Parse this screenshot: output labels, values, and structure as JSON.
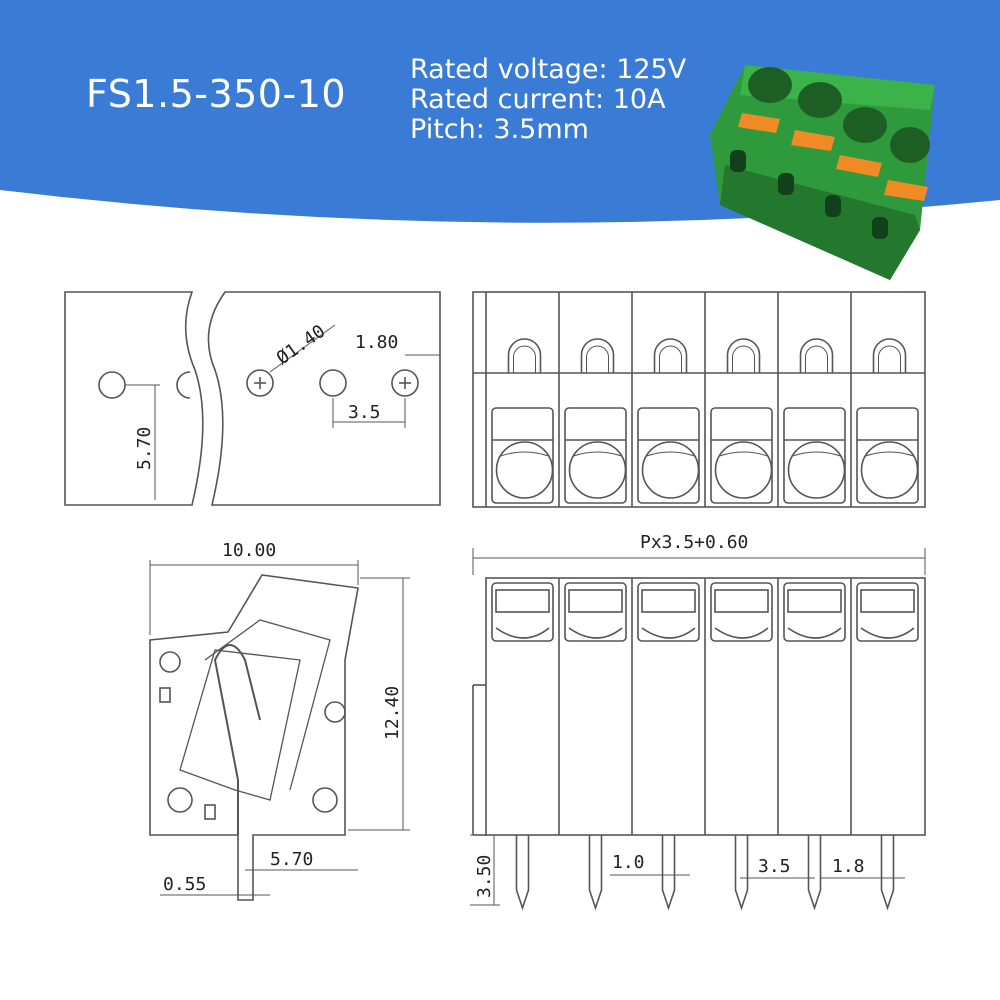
{
  "product": {
    "model": "FS1.5-350-10",
    "specs": [
      "Rated voltage: 125V",
      "Rated current: 10A",
      "Pitch: 3.5mm"
    ]
  },
  "colors": {
    "banner": "#3a7bd5",
    "housing_green": "#2f9a3c",
    "lever_orange": "#f08a24",
    "line": "#555555"
  },
  "dimensions": {
    "hole_diameter": "Ø1.40",
    "hole_edge": "1.80",
    "hole_pitch": "3.5",
    "row_offset": "5.70",
    "width": "10.00",
    "height": "12.40",
    "pin_offset": "5.70",
    "pin_width": "0.55",
    "total_length": "Px3.5+0.60",
    "pin_length": "3.50",
    "pin_gap": "1.0",
    "pin_pitch": "3.5",
    "pin_edge": "1.8"
  },
  "positions_shown": 6
}
